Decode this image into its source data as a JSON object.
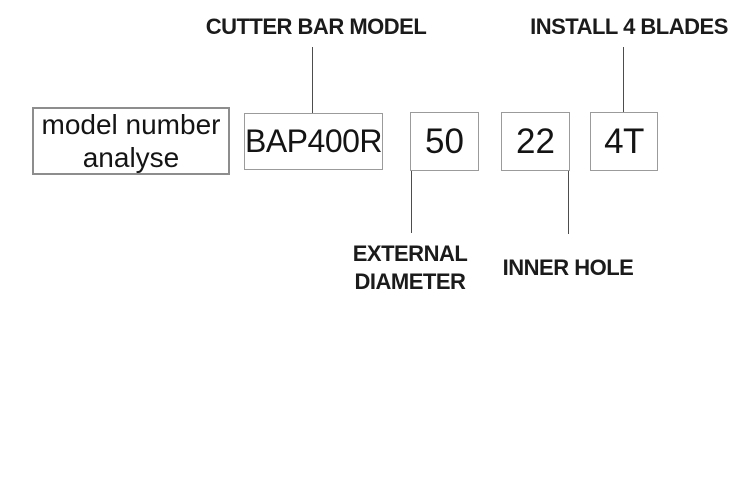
{
  "diagram": {
    "title": {
      "line1": "model number",
      "line2": "analyse"
    },
    "model_code": {
      "cutter_bar_model": "BAP400R",
      "external_diameter": "50",
      "inner_hole": "22",
      "blades": "4T"
    },
    "labels": {
      "cutter_bar_model": "CUTTER BAR MODEL",
      "install_4_blades": "INSTALL 4 BLADES",
      "external_diameter_line1": "EXTERNAL",
      "external_diameter_line2": "DIAMETER",
      "inner_hole": "INNER HOLE"
    },
    "colors": {
      "background": "#ffffff",
      "text": "#141414",
      "label_text": "#1b1b1b",
      "value_box_border": "#9b9b9b",
      "title_box_border": "#8d8d8d",
      "connector_line": "#4d4d4d"
    }
  }
}
